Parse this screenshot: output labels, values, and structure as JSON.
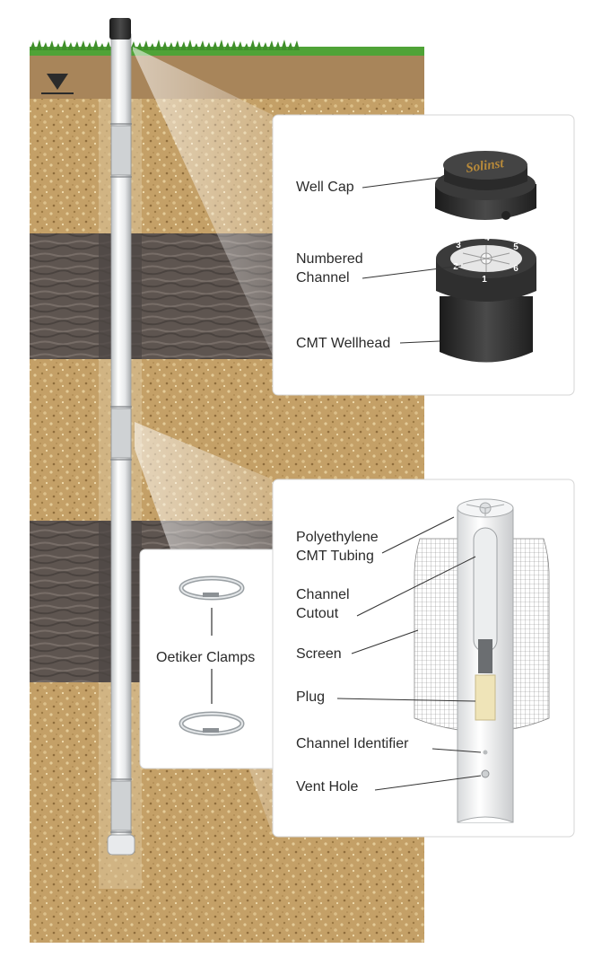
{
  "brand": "Solinst",
  "wellhead_panel": {
    "well_cap": "Well Cap",
    "numbered_channel": "Numbered\nChannel",
    "cmt_wellhead": "CMT Wellhead",
    "channel_numbers": [
      "1",
      "2",
      "3",
      "4",
      "5",
      "6"
    ]
  },
  "clamp_panel": {
    "label": "Oetiker Clamps"
  },
  "tubing_panel": {
    "polyethylene_tubing": "Polyethylene\nCMT Tubing",
    "channel_cutout": "Channel\nCutout",
    "screen": "Screen",
    "plug": "Plug",
    "channel_identifier": "Channel Identifier",
    "vent_hole": "Vent Hole"
  },
  "colors": {
    "sand": "#c8a56b",
    "clay": "#5f5550",
    "grass": "#4fa337",
    "panel": "#ffffff",
    "well_cap": "#2c2c2c",
    "plug": "#efe4b8"
  }
}
